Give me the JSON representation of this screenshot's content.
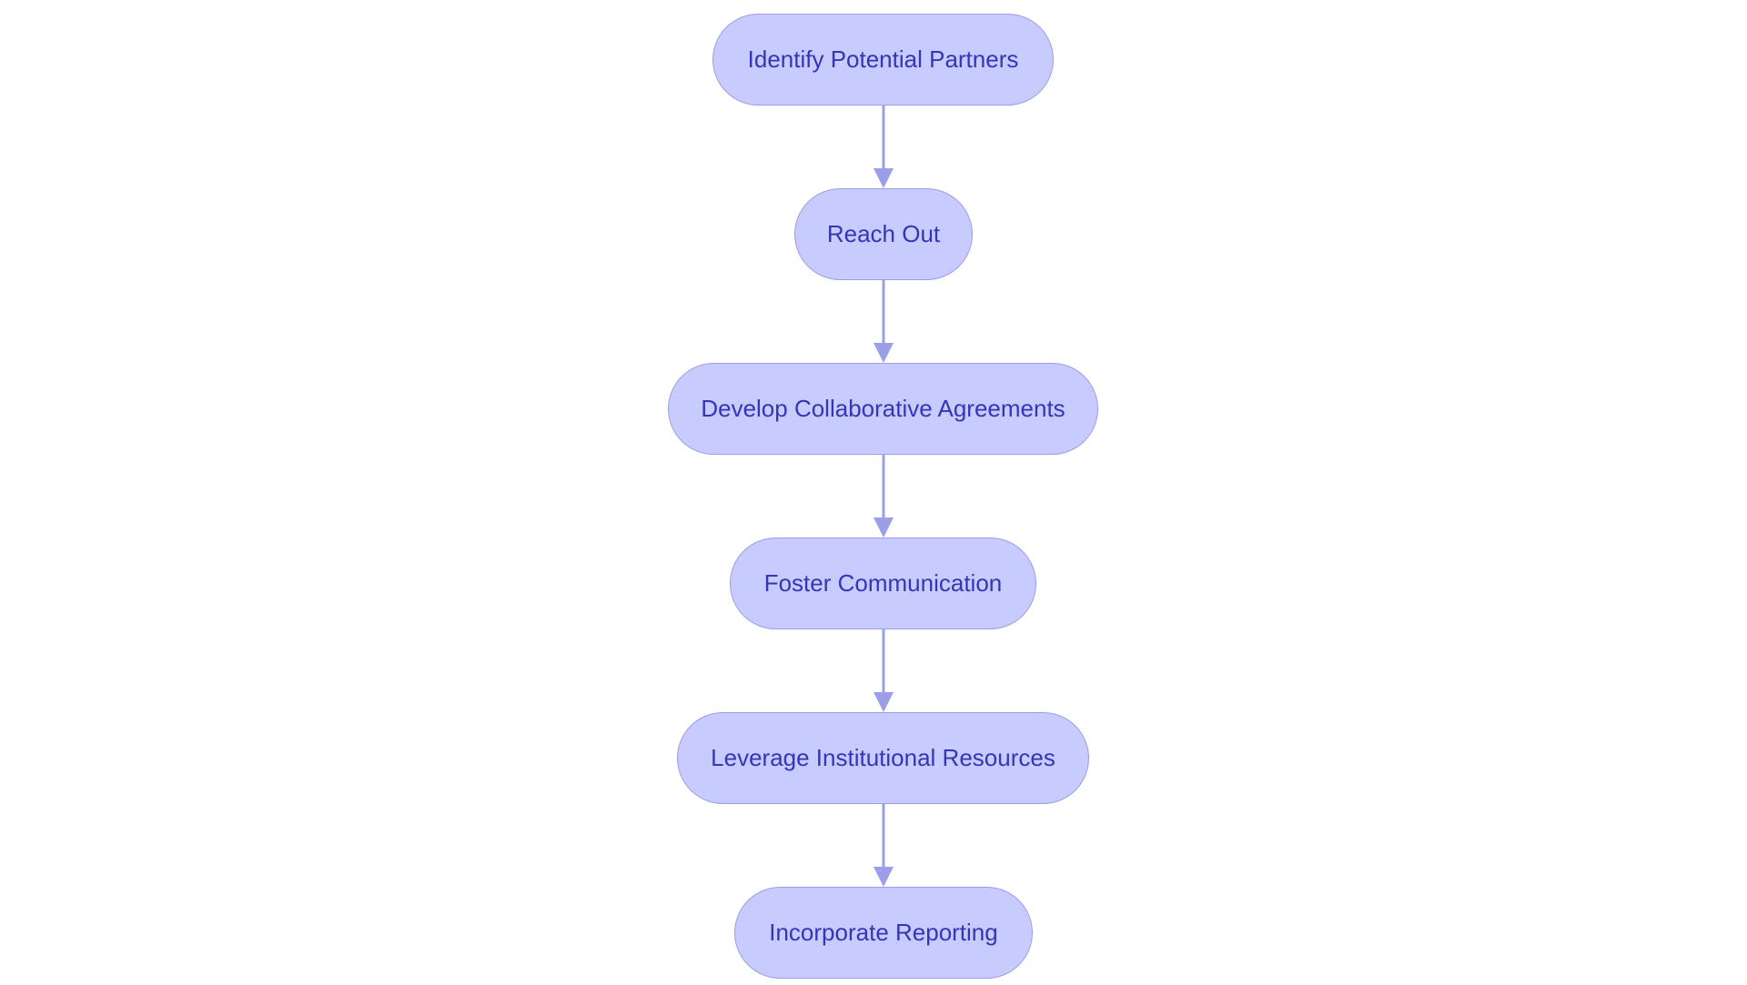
{
  "diagram": {
    "type": "flowchart",
    "direction": "top-to-bottom",
    "colors": {
      "node_fill": "#c8cbfd",
      "node_border": "#9b9fe8",
      "text": "#3535b8",
      "edge": "#9b9fe8"
    },
    "nodes": [
      {
        "id": "n1",
        "label": "Identify Potential Partners"
      },
      {
        "id": "n2",
        "label": "Reach Out"
      },
      {
        "id": "n3",
        "label": "Develop Collaborative Agreements"
      },
      {
        "id": "n4",
        "label": "Foster Communication"
      },
      {
        "id": "n5",
        "label": "Leverage Institutional Resources"
      },
      {
        "id": "n6",
        "label": "Incorporate Reporting"
      }
    ],
    "edges": [
      {
        "from": "n1",
        "to": "n2"
      },
      {
        "from": "n2",
        "to": "n3"
      },
      {
        "from": "n3",
        "to": "n4"
      },
      {
        "from": "n4",
        "to": "n5"
      },
      {
        "from": "n5",
        "to": "n6"
      }
    ]
  }
}
